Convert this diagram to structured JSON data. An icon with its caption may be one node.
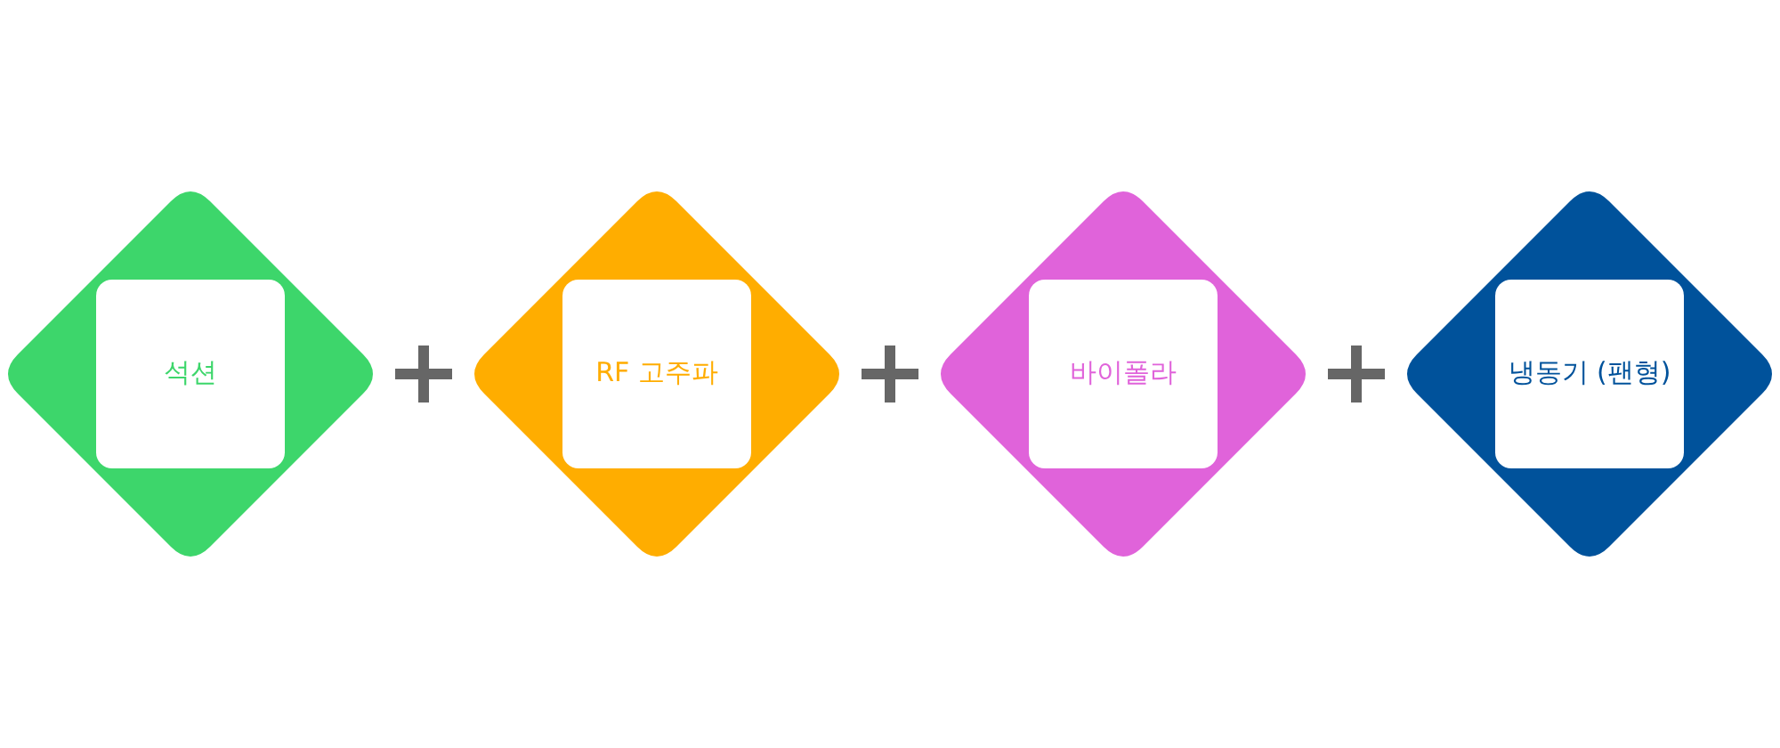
{
  "diagram": {
    "nodes": [
      {
        "text": [
          "석션"
        ]
      },
      {
        "text": [
          "RF 고주파"
        ]
      },
      {
        "text": [
          "바이폴라"
        ]
      },
      {
        "text": [
          "냉동기 (팬형)"
        ]
      }
    ]
  }
}
